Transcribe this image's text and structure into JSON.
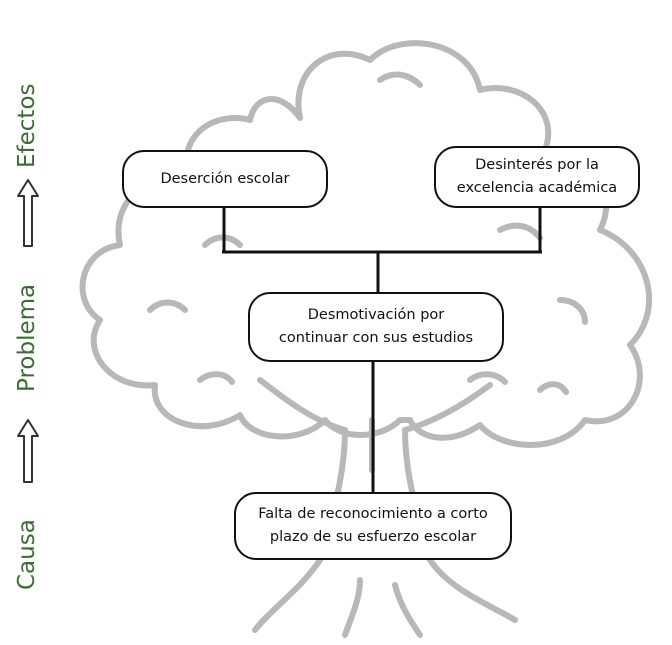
{
  "side_labels": {
    "effects": "Efectos",
    "problem": "Problema",
    "cause": "Causa"
  },
  "nodes": {
    "effect_1": "Deserción escolar",
    "effect_2_line1": "Desinterés por la",
    "effect_2_line2": "excelencia académica",
    "problem_line1": "Desmotivación por",
    "problem_line2": "continuar con sus estudios",
    "cause_line1": "Falta de reconocimiento a corto",
    "cause_line2": "plazo de su esfuerzo escolar"
  },
  "colors": {
    "side_label": "#3d6b35",
    "tree_outline": "#b8b8b8",
    "connector": "#111111",
    "arrow_outline": "#333333"
  }
}
